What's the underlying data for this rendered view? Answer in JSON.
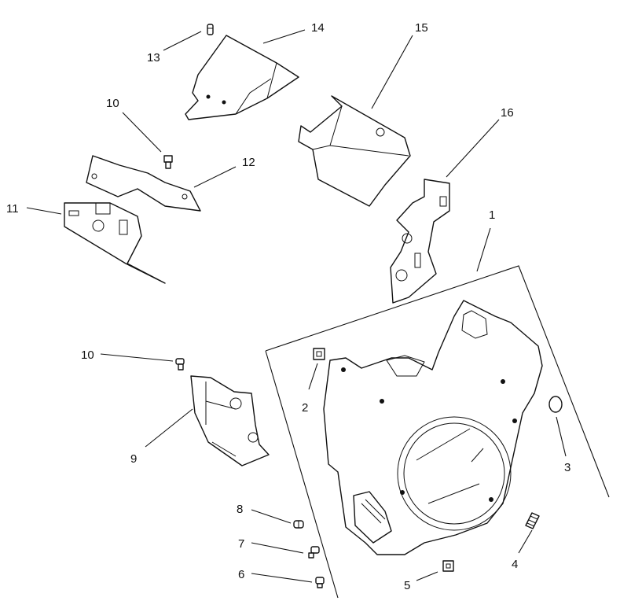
{
  "colors": {
    "ink": "#111111",
    "paper": "#ffffff"
  },
  "callouts": [
    {
      "id": "c1",
      "label": "1"
    },
    {
      "id": "c2",
      "label": "2"
    },
    {
      "id": "c3",
      "label": "3"
    },
    {
      "id": "c4",
      "label": "4"
    },
    {
      "id": "c5",
      "label": "5"
    },
    {
      "id": "c6",
      "label": "6"
    },
    {
      "id": "c7",
      "label": "7"
    },
    {
      "id": "c8",
      "label": "8"
    },
    {
      "id": "c9",
      "label": "9"
    },
    {
      "id": "c10a",
      "label": "10"
    },
    {
      "id": "c10b",
      "label": "10"
    },
    {
      "id": "c11",
      "label": "11"
    },
    {
      "id": "c12",
      "label": "12"
    },
    {
      "id": "c13",
      "label": "13"
    },
    {
      "id": "c14",
      "label": "14"
    },
    {
      "id": "c15",
      "label": "15"
    },
    {
      "id": "c16",
      "label": "16"
    }
  ]
}
